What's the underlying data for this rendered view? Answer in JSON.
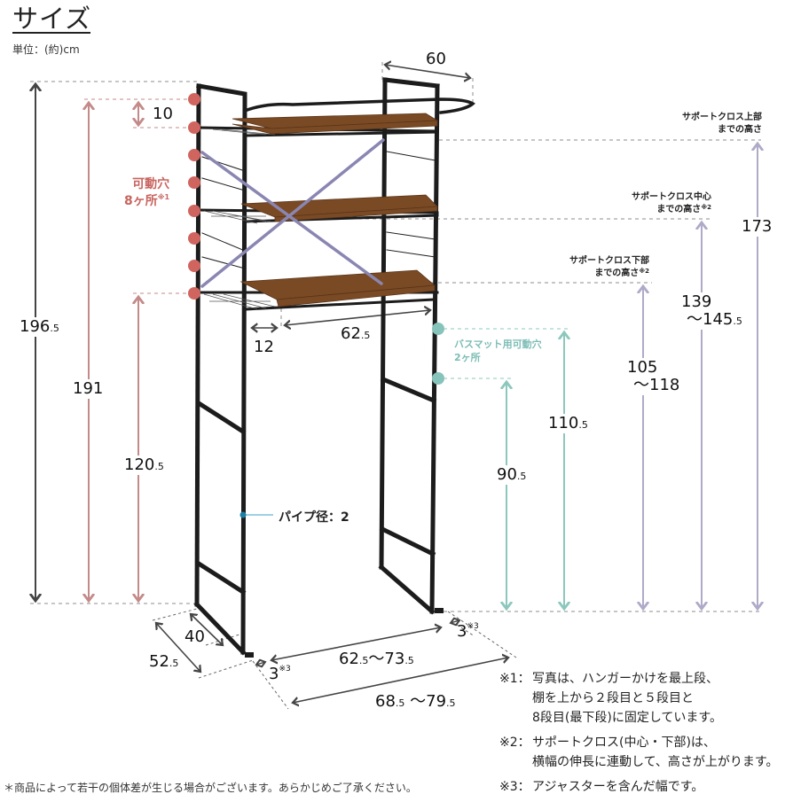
{
  "header": {
    "title": "サイズ",
    "unit": "単位：(約)cm"
  },
  "colors": {
    "frame": "#1c1c1c",
    "wood": "#7a4a25",
    "hole_marker_red": "#d06560",
    "hole_marker_teal": "#86c3ba",
    "height_line_red": "#c48a8a",
    "height_line_teal": "#8cc7bd",
    "height_line_lavender": "#aeaac8",
    "support_cross": "#8a86b2",
    "dashed_guide": "#8c8c8c",
    "pipe_marker": "#1c7fa6"
  },
  "dimensions": {
    "total_height": {
      "main": "196",
      "sub": ".5"
    },
    "hanger_height": {
      "main": "191",
      "sub": ""
    },
    "bottom_shelf_height": {
      "main": "120",
      "sub": ".5"
    },
    "hole_pitch": {
      "main": "10",
      "sub": ""
    },
    "top_width": {
      "main": "60",
      "sub": ""
    },
    "shelf_offset": {
      "main": "12",
      "sub": ""
    },
    "shelf_width": {
      "main": "62",
      "sub": ".5"
    },
    "bathmat_hole_upper": {
      "main": "110",
      "sub": ".5"
    },
    "bathmat_hole_lower": {
      "main": "90",
      "sub": ".5"
    },
    "support_lower": {
      "line1": "105",
      "line2": "～118"
    },
    "support_center": {
      "line1": "139",
      "line2_main": "～145",
      "line2_sub": ".5"
    },
    "support_top": {
      "main": "173"
    },
    "inner_depth": {
      "main": "40"
    },
    "outer_depth": {
      "main": "52",
      "sub": ".5"
    },
    "inner_width": {
      "a_main": "62",
      "a_sub": ".5",
      "sep": "～",
      "b_main": "73",
      "b_sub": ".5"
    },
    "outer_width": {
      "a_main": "68",
      "a_sub": ".5",
      "sep": " ～",
      "b_main": "79",
      "b_sub": ".5"
    },
    "adjuster_left": {
      "main": "3",
      "sup": "※3"
    },
    "adjuster_right": {
      "main": "3",
      "sup": "※3"
    }
  },
  "labels": {
    "movable_holes": {
      "line1": "可動穴",
      "line2": "8ヶ所",
      "sup": "※1"
    },
    "bathmat_holes": {
      "line1": "バスマット用可動穴",
      "line2": "2ヶ所"
    },
    "pipe_diameter": "パイプ径：2",
    "support_top": {
      "line1": "サポートクロス上部",
      "line2": "までの高さ"
    },
    "support_center": {
      "line1": "サポートクロス中心",
      "line2": "までの高さ",
      "sup": "※2"
    },
    "support_lower": {
      "line1": "サポートクロス下部",
      "line2": "までの高さ",
      "sup": "※2"
    }
  },
  "notes": [
    {
      "key": "※1：",
      "lines": [
        "写真は、ハンガーかけを最上段、",
        "棚を上から２段目と５段目と",
        "8段目(最下段)に固定しています。"
      ]
    },
    {
      "key": "※2：",
      "lines": [
        "サポートクロス(中心・下部)は、",
        "横幅の伸長に連動して、高さが上がります。"
      ]
    },
    {
      "key": "※3：",
      "lines": [
        "アジャスターを含んだ幅です。"
      ]
    }
  ],
  "disclaimer": "＊商品によって若干の個体差が生じる場合がございます。あらかじめご了承ください。"
}
